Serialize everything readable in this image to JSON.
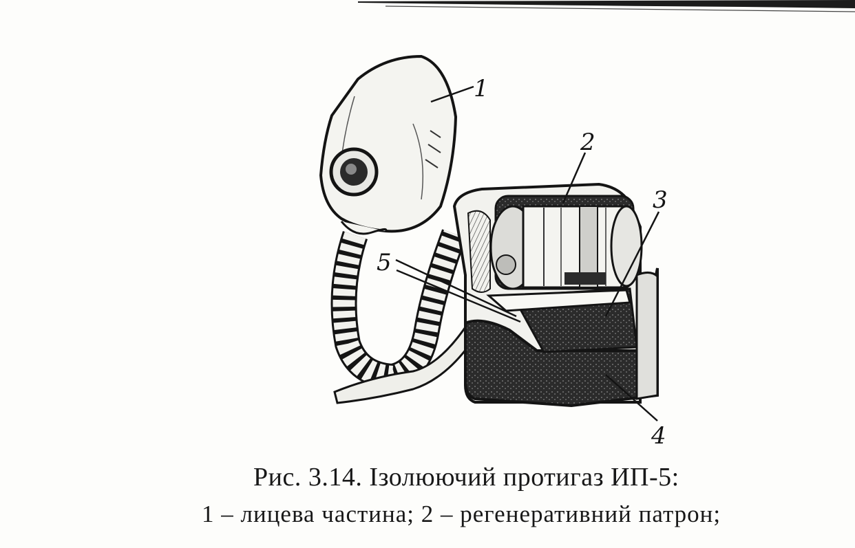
{
  "figure": {
    "callouts": [
      "1",
      "2",
      "3",
      "4",
      "5"
    ],
    "caption_title": "Рис. 3.14. Ізолюючий протигаз ИП-5:",
    "caption_legend": "1 – лицева частина; 2 – регенеративний патрон;"
  },
  "colors": {
    "ink": "#141414",
    "paper": "#fdfdfb"
  }
}
